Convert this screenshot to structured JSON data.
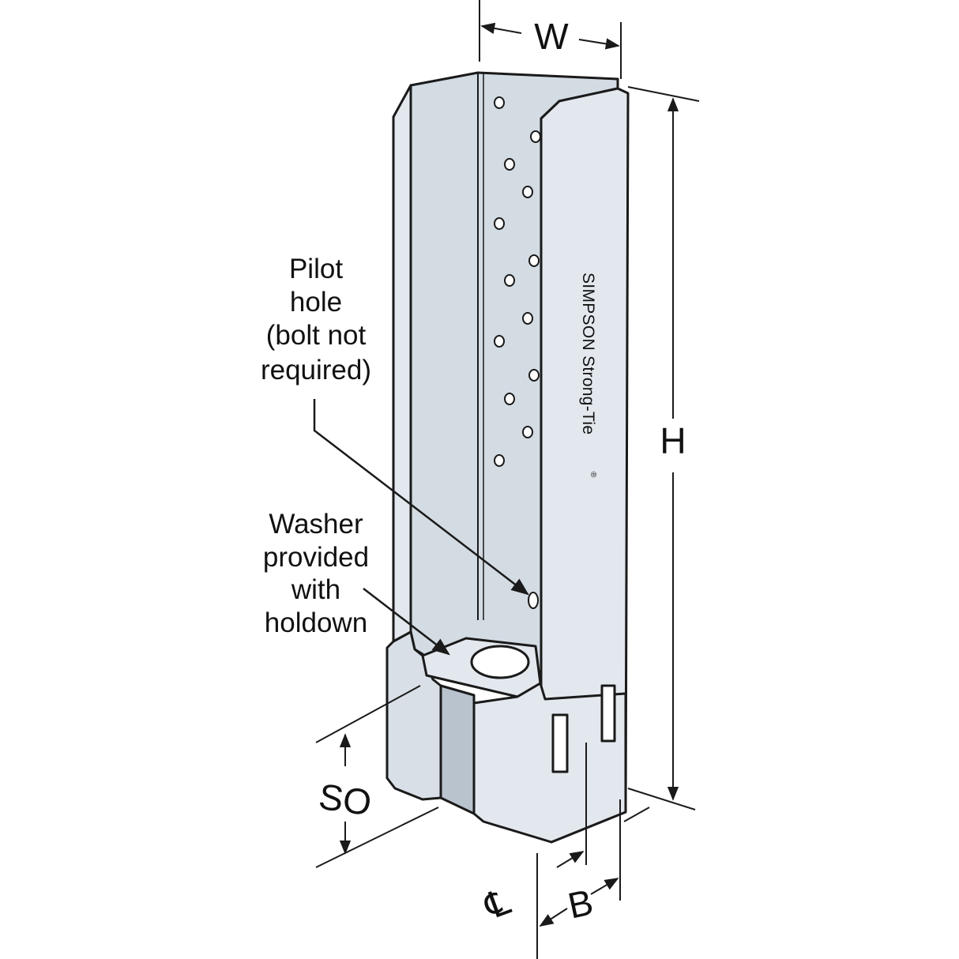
{
  "colors": {
    "steel_face": "#d3dbe3",
    "steel_side": "#e3e8ee",
    "steel_shadow": "#b9c3cd",
    "outline": "#1a1a1a",
    "text": "#111111"
  },
  "callouts": {
    "pilot_hole": [
      "Pilot",
      "hole",
      "(bolt not",
      "required)"
    ],
    "washer": [
      "Washer",
      "provided",
      "with",
      "holdown"
    ]
  },
  "dimensions": {
    "width": "W",
    "height": "H",
    "bolt_offset": "SO",
    "base": "B",
    "centerline": "℄"
  },
  "brand": {
    "name": "SIMPSON Strong-Tie",
    "mark": "®"
  }
}
